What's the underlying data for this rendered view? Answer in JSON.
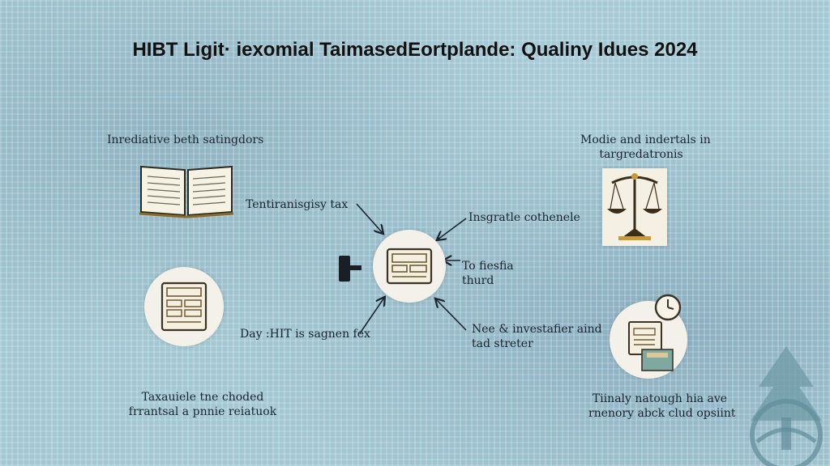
{
  "title": "HIBT Ligit· iexomial TaimasedEortplande: Qualiny Idues 2024",
  "nodes": {
    "top_left": "Inrediative beth satingdors",
    "top_right": [
      "Modie and indertals in",
      "targredatronis"
    ],
    "bottom_left": [
      "Taxauiele tne choded",
      "frrantsal a pnnie reiatuok"
    ],
    "bottom_right": [
      "Tiinaly natough hia ave",
      "rnenory abck clud opsiint"
    ]
  },
  "arrows": {
    "left_top": "Tentiranisgisy tax",
    "right_top": "Insgratle cothenele",
    "right_middle": [
      "To fiesfia",
      "thurd"
    ],
    "left_bottom": "Day :HIT is sagnen fex",
    "right_bottom": [
      "Nee & investafier aind",
      "tad streter"
    ]
  },
  "icons": {
    "book": "open-book-icon",
    "scales": "scales-icon",
    "center": "document-screen-icon",
    "calculator": "calculator-icon",
    "clock": "clock-icon",
    "tree": "tree-emblem-icon",
    "plug": "plug-icon"
  }
}
